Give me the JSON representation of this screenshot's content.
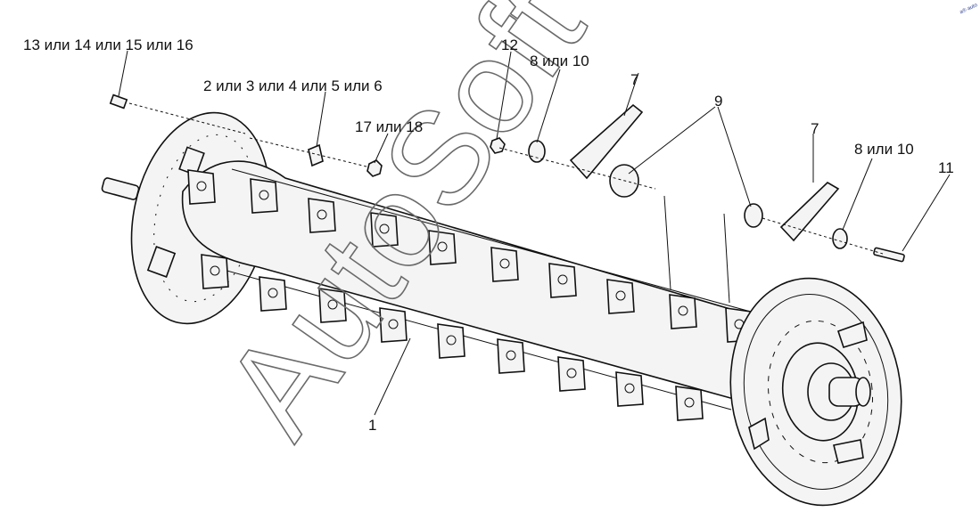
{
  "labels": {
    "l13": "13 или 14 или 15 или 16",
    "l2": "2 или 3 или 4 или 5 или 6",
    "l17": "17 или 18",
    "l12": "12",
    "l8a": "8 или 10",
    "l7a": "7",
    "l9": "9",
    "l7b": "7",
    "l8b": "8 или 10",
    "l11": "11",
    "l1": "1"
  },
  "watermark": "AutoSoft",
  "corner_mark": "a® auto"
}
